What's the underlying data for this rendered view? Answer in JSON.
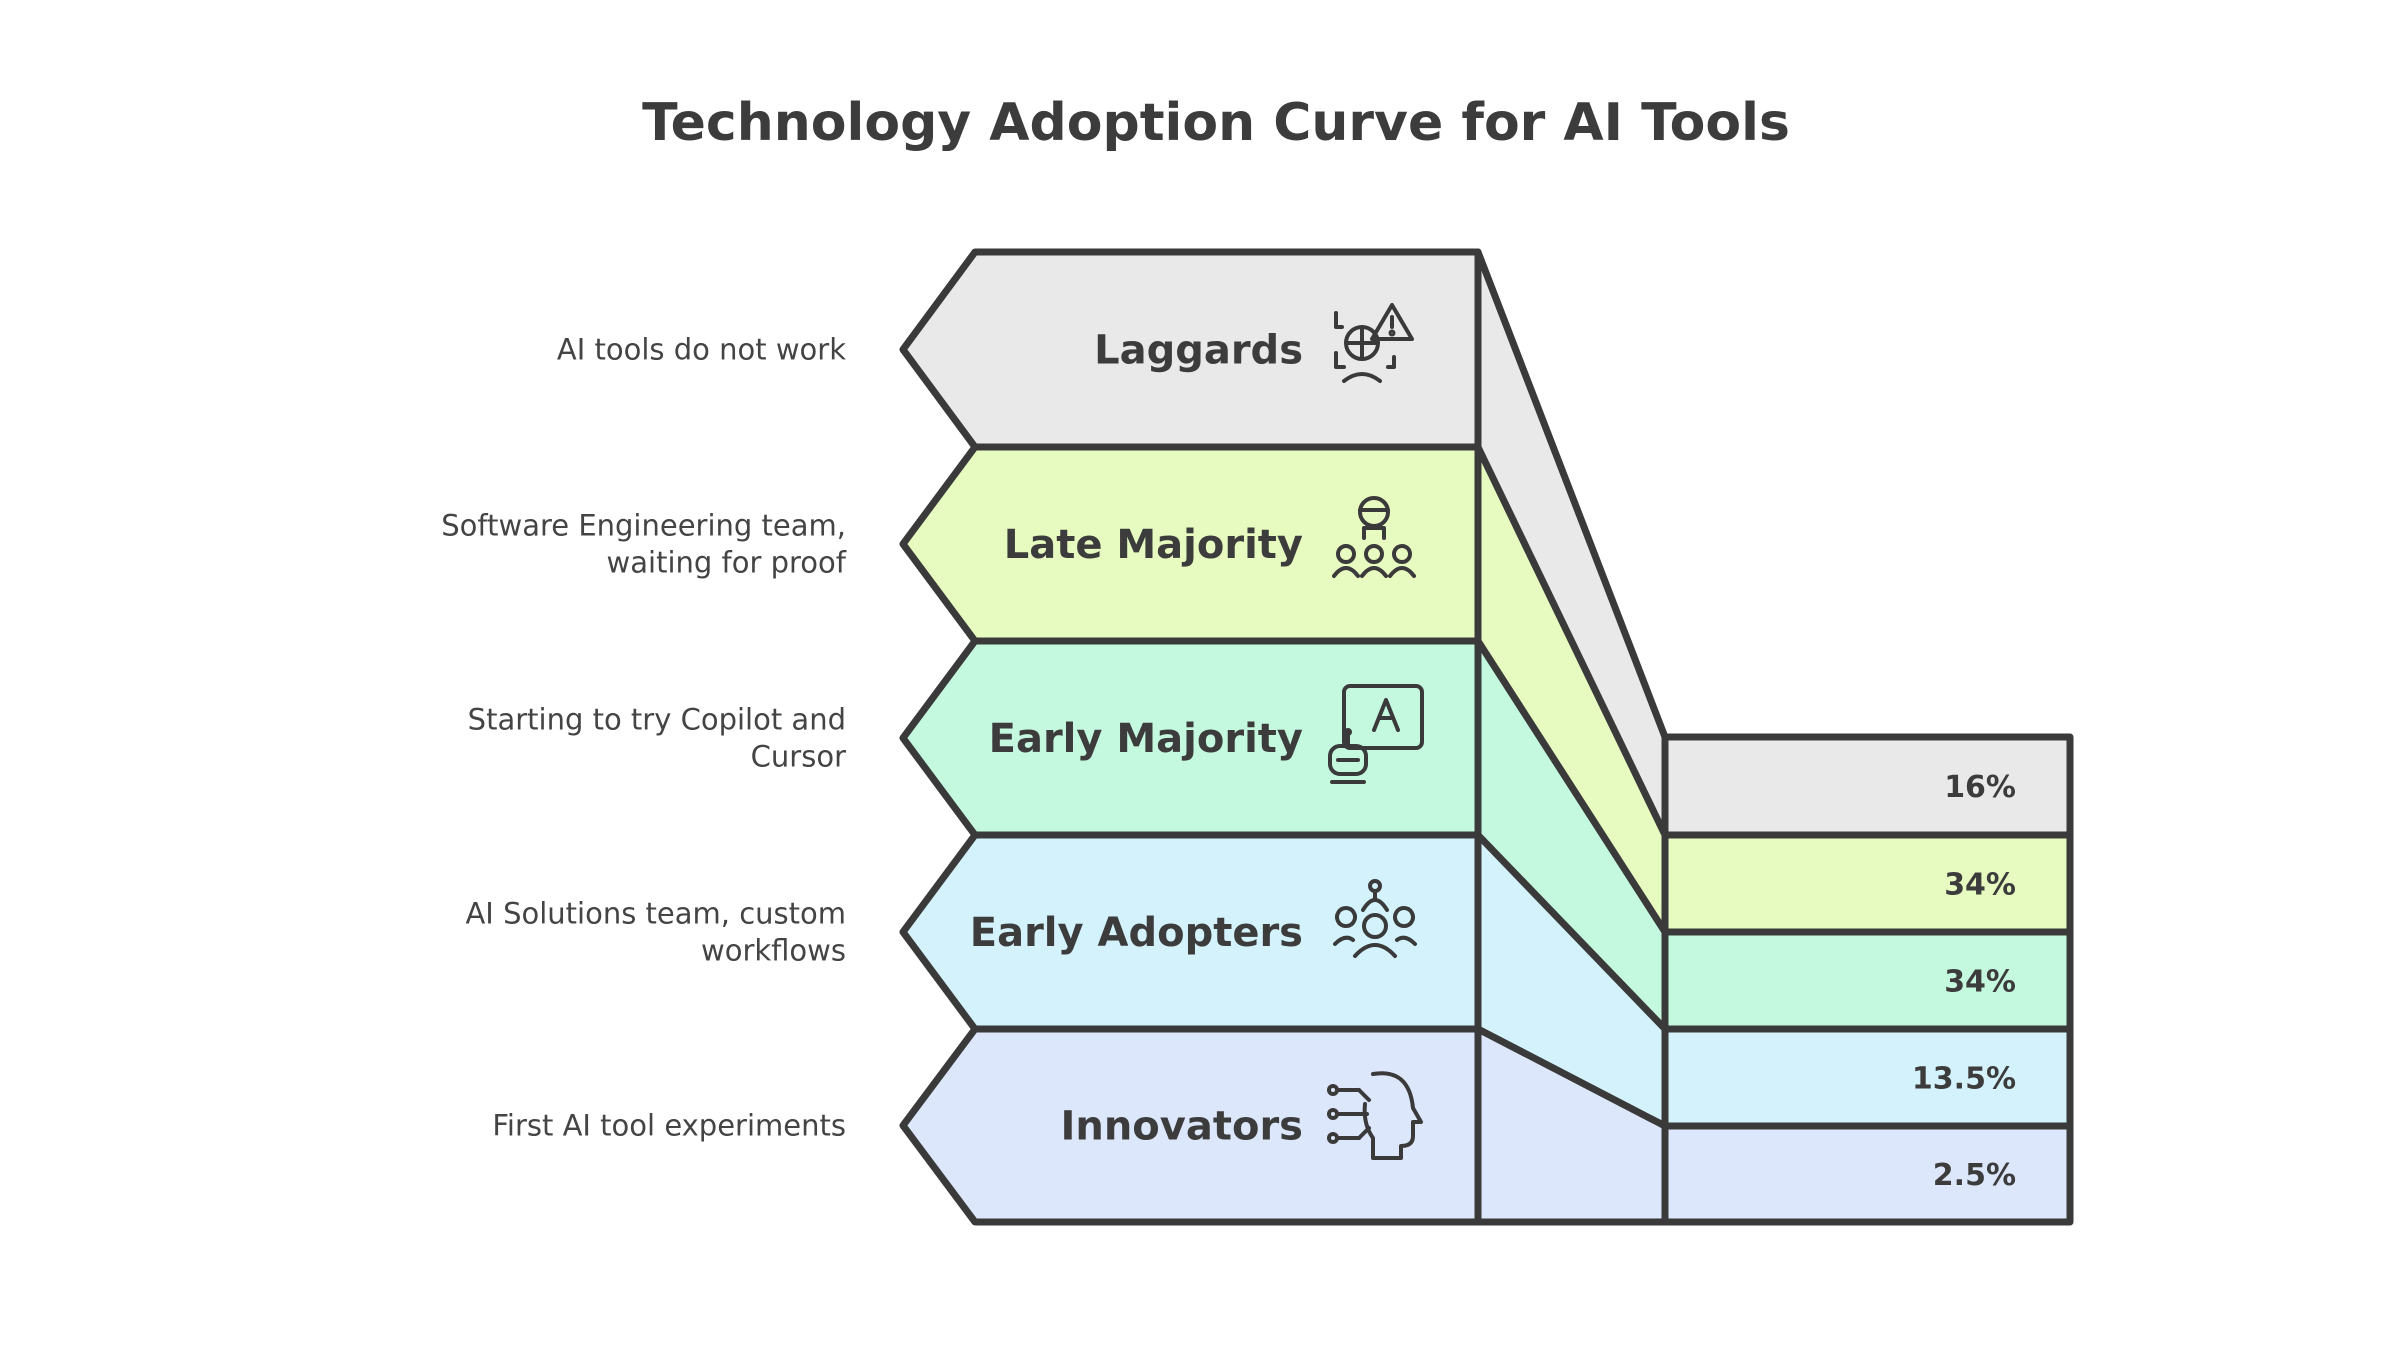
{
  "title": "Technology Adoption Curve for AI Tools",
  "stages": [
    {
      "label": "Laggards",
      "description": [
        "AI tools do not work"
      ],
      "percent": "16%",
      "color": "#e9e9e9",
      "icon": "warning-face-icon"
    },
    {
      "label": "Late Majority",
      "description": [
        "Software Engineering team,",
        "waiting for proof"
      ],
      "percent": "34%",
      "color": "#e7fbc1",
      "icon": "group-people-icon"
    },
    {
      "label": "Early Majority",
      "description": [
        "Starting to try Copilot and",
        "Cursor"
      ],
      "percent": "34%",
      "color": "#c5f9df",
      "icon": "robot-presenter-icon"
    },
    {
      "label": "Early Adopters",
      "description": [
        "AI Solutions team, custom",
        "workflows"
      ],
      "percent": "13.5%",
      "color": "#d3f2fc",
      "icon": "network-people-icon"
    },
    {
      "label": "Innovators",
      "description": [
        "First AI tool experiments"
      ],
      "percent": "2.5%",
      "color": "#dce7fb",
      "icon": "ai-head-icon"
    }
  ]
}
